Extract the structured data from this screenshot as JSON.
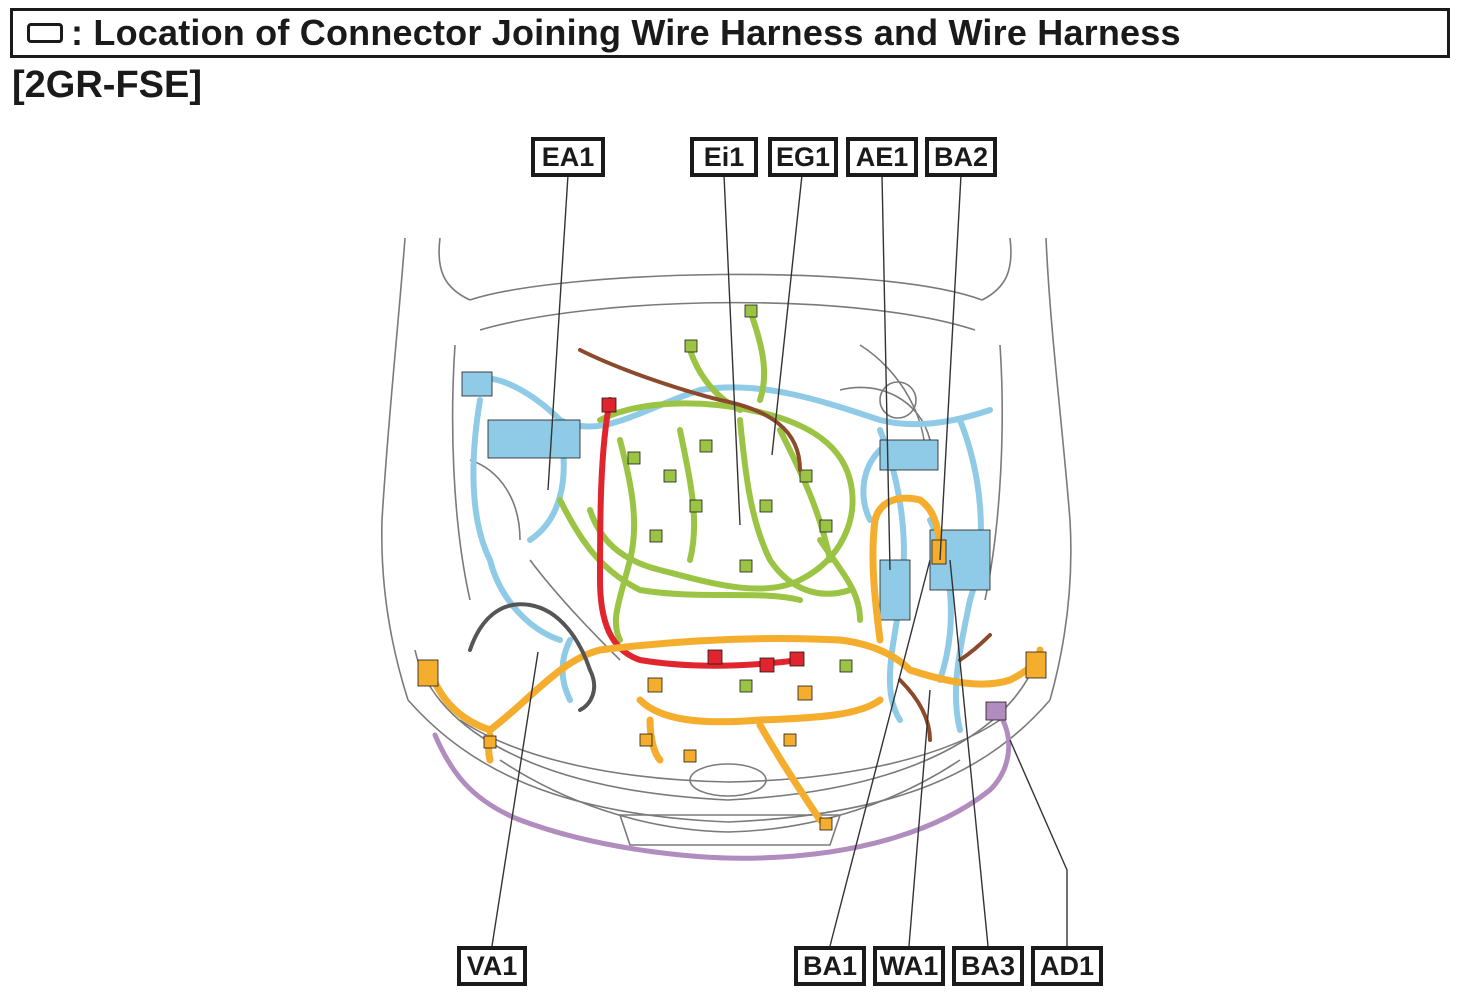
{
  "header": {
    "symbol_name": "connector-frame-symbol",
    "title": ": Location of Connector Joining Wire Harness and Wire Harness"
  },
  "engine_code": "[2GR-FSE]",
  "colors": {
    "blue_harness": "#8fcbe6",
    "green_harness": "#9bc445",
    "orange_harness": "#f5ad2d",
    "red_harness": "#e0252f",
    "brown_harness": "#8b4a2b",
    "purple_harness": "#b18dbf",
    "gray_harness": "#555555",
    "outline": "#7a7a7a"
  },
  "connectors_top": [
    {
      "id": "EA1",
      "label": "EA1"
    },
    {
      "id": "Ei1",
      "label": "Ei1"
    },
    {
      "id": "EG1",
      "label": "EG1"
    },
    {
      "id": "AE1",
      "label": "AE1"
    },
    {
      "id": "BA2",
      "label": "BA2"
    }
  ],
  "connectors_bottom": [
    {
      "id": "VA1",
      "label": "VA1"
    },
    {
      "id": "BA1",
      "label": "BA1"
    },
    {
      "id": "WA1",
      "label": "WA1"
    },
    {
      "id": "BA3",
      "label": "BA3"
    },
    {
      "id": "AD1",
      "label": "AD1"
    }
  ]
}
